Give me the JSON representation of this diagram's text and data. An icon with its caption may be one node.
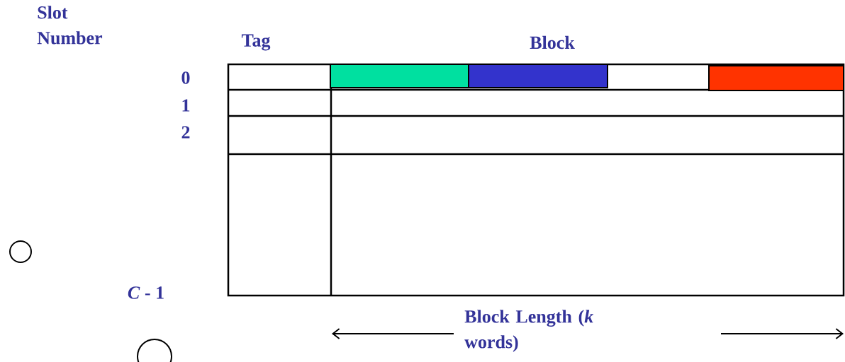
{
  "diagram": {
    "labels": [
      "Slot Number",
      "Tag",
      "Block",
      "0",
      "1",
      "2",
      "*C* - 1",
      "Block Length (*k* words)"
    ]
  }
}
